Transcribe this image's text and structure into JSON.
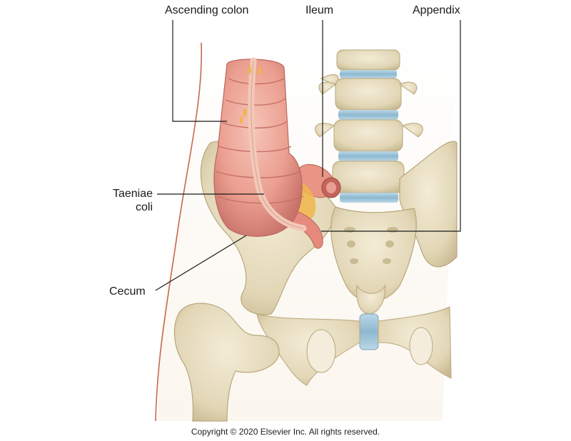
{
  "figure": {
    "labels": {
      "ascending_colon": "Ascending colon",
      "ileum": "Ileum",
      "appendix": "Appendix",
      "taeniae_line1": "Taeniae",
      "taeniae_line2": "coli",
      "cecum": "Cecum"
    },
    "copyright": "Copyright © 2020 Elsevier Inc. All rights reserved."
  },
  "colors": {
    "bone": "#e6dcc0",
    "bone_shadow": "#c9bb94",
    "disc": "#9ec3d8",
    "colon": "#eaa295",
    "colon_shadow": "#c9756a",
    "skin_line": "#c7684d",
    "fat": "#f0b64a"
  }
}
